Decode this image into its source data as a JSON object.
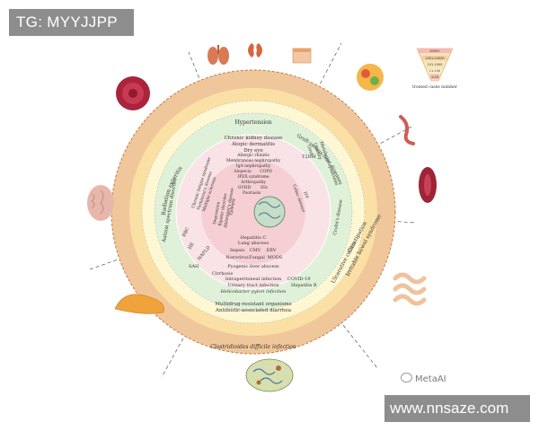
{
  "badges": {
    "top": "TG: MYYJJPP",
    "bottom": "www.nnsaze.com"
  },
  "watermark": "MetaAI",
  "legend": {
    "tiers": [
      "1000+",
      "1001-10000",
      "101-1000",
      "11-100",
      "1-10"
    ],
    "caption": "treated cases number"
  },
  "outer_ring_label": "Clostridioides difficile infection",
  "ring2": {
    "left": "Autism spectrum disorder",
    "right": "Ulcerative colitis",
    "right2": "Irritable bowel syndrome"
  },
  "ring3": {
    "top": "Hypertension",
    "left": "Radiation enteritis",
    "bottom1": "Multidrug-resistant organisms",
    "bottom2": "Antibiotic-associated diarrhea",
    "right_top": "Graft-versus-host diseases",
    "right_bottom": "Constipation",
    "left_bottom": "SAH"
  },
  "ring4": {
    "top_lines": [
      "Chronic kidney disease",
      "Atopic dermatitis",
      "Dry eye"
    ],
    "right_lines": [
      "Metabolic syndrome",
      "Obesity",
      "Gout"
    ],
    "left_lines": [
      "Chronic fatigue syndrome",
      "Parkinson's disease",
      "Multiple sclerosis"
    ],
    "right_side": "Crohn's disease",
    "left_side": [
      "HE",
      "NAFLD",
      "PBC"
    ],
    "bottom_lines": [
      "Intraperitoneal infection",
      "Urinary tract infection",
      "Helicobacter pylori infection"
    ],
    "bottom_left": "Cirrhosis",
    "right_mid": "T2DM",
    "bottom_right": [
      "COVID-19",
      "Hepatitis B"
    ]
  },
  "ring5": {
    "top_lines": [
      "Allergic rhinitis",
      "Membranous nephropathy",
      "IgA nephropathy",
      "Alopecia",
      "COPD",
      "IPEX syndrome",
      "Arthropathy",
      "GVHD",
      "SSc"
    ],
    "left_lines": [
      "Depression",
      "Bipolar disorder",
      "Alzheimer's disease",
      "Epilepsy"
    ],
    "right_lines": [
      "Celiac disease",
      "ITP",
      "Psoriasis"
    ],
    "bottom_lines": [
      "Hepatitis C",
      "Lung abscess",
      "Sepsis",
      "CMV",
      "EBV",
      "Norovirus",
      "Fungal",
      "MODS",
      "Pyogenic liver abscess"
    ]
  },
  "center": {
    "label": ""
  },
  "colors": {
    "outer": "#f0c79b",
    "ring2": "#fbe0a6",
    "ring3": "#fef7d3",
    "ring4": "#dff1d8",
    "ring5": "#f9e3e6",
    "inner": "#f5cfd4",
    "center": "#c6dec8"
  },
  "icons": [
    "lungs-icon",
    "kidney-icon",
    "skin-icon",
    "brain-icon",
    "liver-icon",
    "intestine-icon",
    "blood-cell-icon",
    "bacteria-icon",
    "stomach-icon",
    "nerve-icon"
  ]
}
